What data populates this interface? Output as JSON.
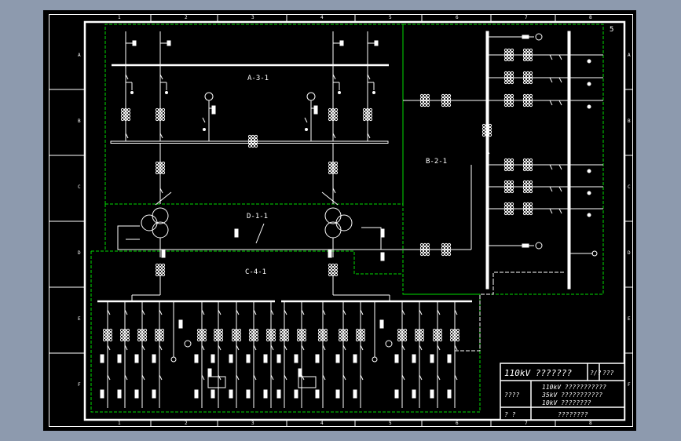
{
  "drawing": {
    "sheet_number": "5",
    "column_markers": [
      "1",
      "2",
      "3",
      "4",
      "5",
      "6",
      "7",
      "8"
    ],
    "row_markers": [
      "A",
      "B",
      "C",
      "D",
      "E",
      "F"
    ],
    "regions": [
      {
        "id": "A-3-1"
      },
      {
        "id": "B-2-1"
      },
      {
        "id": "D-1-1"
      },
      {
        "id": "C-4-1"
      }
    ],
    "colors": {
      "background": "#000000",
      "lines": "#ffffff",
      "region_border": "#00dd00",
      "viewport": "#8d9aae"
    }
  },
  "title_block": {
    "title": "110kV ???????",
    "sheet_label": "?/?",
    "code": "???",
    "left_mid": "????",
    "voltage_lines": [
      "110kV ???????????",
      "35kV ???????????",
      "10kV ????????"
    ],
    "bottom_left": "?  ?",
    "bottom_right": "????????"
  }
}
